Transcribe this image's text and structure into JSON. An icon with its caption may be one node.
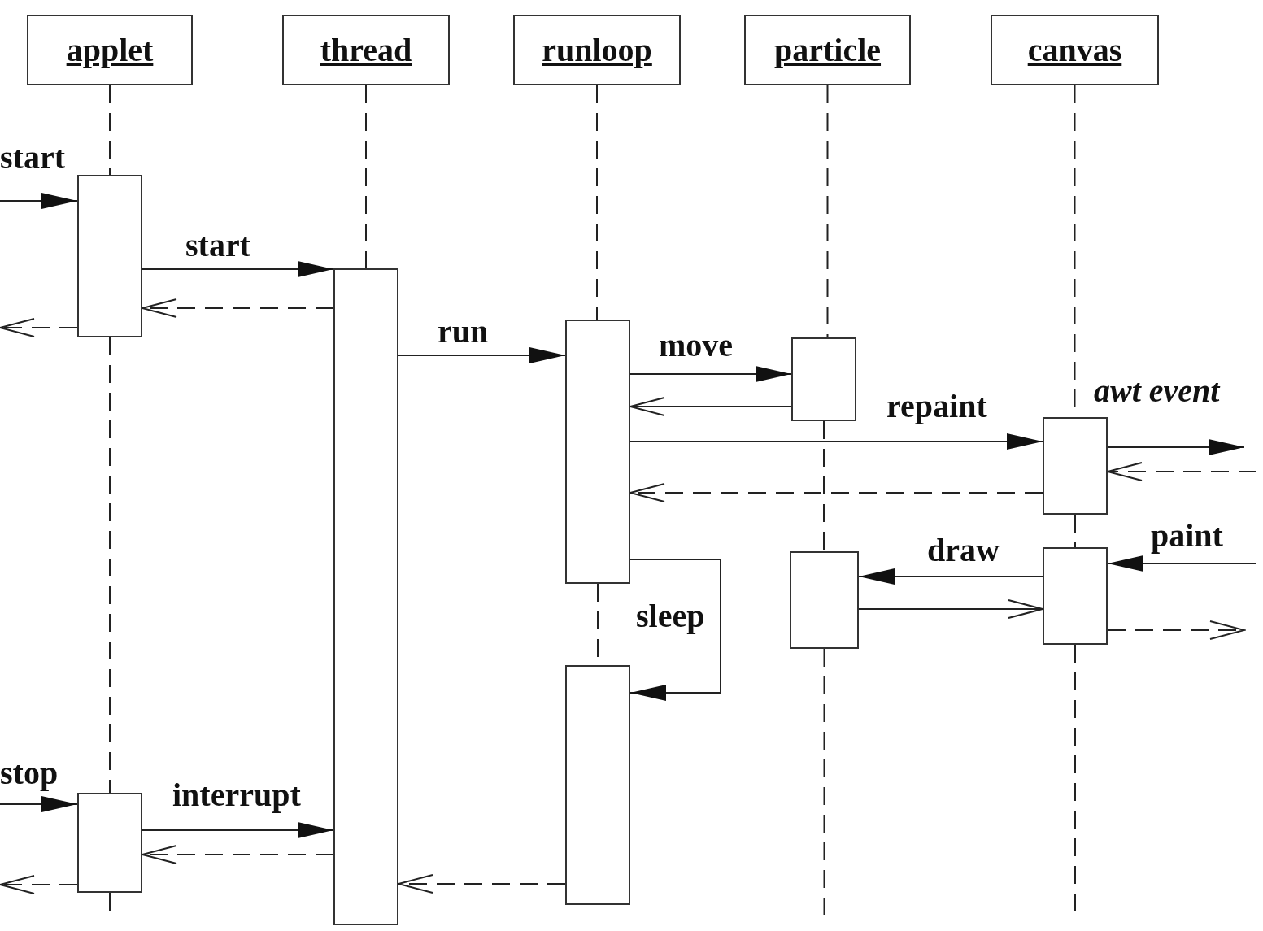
{
  "diagram": {
    "nodes": [
      {
        "text": [
          "applet"
        ]
      },
      {
        "text": [
          "thread"
        ]
      },
      {
        "text": [
          "runloop"
        ]
      },
      {
        "text": [
          "particle"
        ]
      },
      {
        "text": [
          "canvas"
        ]
      },
      {
        "text": [],
        "shape": "bar"
      },
      {
        "text": [],
        "shape": "bar"
      },
      {
        "text": [],
        "shape": "bar"
      },
      {
        "text": [],
        "shape": "bar"
      },
      {
        "text": [],
        "shape": "bar"
      },
      {
        "text": [],
        "shape": "bar"
      },
      {
        "text": [],
        "shape": "bar"
      },
      {
        "text": [],
        "shape": "bar"
      },
      {
        "text": [],
        "shape": "bar"
      }
    ],
    "edges": [
      {
        "from": null,
        "to": 5,
        "arrow": "to",
        "label": "start"
      },
      {
        "from": 5,
        "to": 6,
        "arrow": "to",
        "label": "start"
      },
      {
        "from": 6,
        "to": 5,
        "arrow": "to",
        "style": "dashed"
      },
      {
        "from": 5,
        "to": null,
        "arrow": "to",
        "style": "dashed"
      },
      {
        "from": 6,
        "to": 7,
        "arrow": "to",
        "label": "run"
      },
      {
        "from": 7,
        "to": 8,
        "arrow": "to",
        "label": "move"
      },
      {
        "from": 8,
        "to": 7,
        "arrow": "to"
      },
      {
        "from": 7,
        "to": 9,
        "arrow": "to",
        "label": "repaint"
      },
      {
        "from": 9,
        "to": null,
        "arrow": "to",
        "label": "awt event"
      },
      {
        "from": null,
        "to": 9,
        "arrow": "to",
        "style": "dashed"
      },
      {
        "from": 9,
        "to": 7,
        "arrow": "to",
        "style": "dashed"
      },
      {
        "from": 7,
        "to": 12,
        "arrow": "to",
        "label": "sleep"
      },
      {
        "from": null,
        "to": 10,
        "arrow": "to",
        "label": "paint"
      },
      {
        "from": 10,
        "to": 11,
        "arrow": "to",
        "label": "draw"
      },
      {
        "from": 11,
        "to": 10,
        "arrow": "to"
      },
      {
        "from": 10,
        "to": null,
        "arrow": "to",
        "style": "dashed"
      },
      {
        "from": null,
        "to": 13,
        "arrow": "to",
        "label": "stop"
      },
      {
        "from": 13,
        "to": 6,
        "arrow": "to",
        "label": "interrupt"
      },
      {
        "from": 6,
        "to": 13,
        "arrow": "to",
        "style": "dashed"
      },
      {
        "from": 13,
        "to": null,
        "arrow": "to",
        "style": "dashed"
      },
      {
        "from": 12,
        "to": 6,
        "arrow": "to",
        "style": "dashed"
      },
      {
        "from": 0,
        "to": 5,
        "arrow": "none",
        "style": "dashed"
      },
      {
        "from": 5,
        "to": 13,
        "arrow": "none",
        "style": "dashed"
      },
      {
        "from": 13,
        "to": null,
        "arrow": "none",
        "style": "dashed"
      },
      {
        "from": 1,
        "to": 6,
        "arrow": "none",
        "style": "dashed"
      },
      {
        "from": 2,
        "to": 7,
        "arrow": "none",
        "style": "dashed"
      },
      {
        "from": 7,
        "to": 12,
        "arrow": "none",
        "style": "dashed"
      },
      {
        "from": 3,
        "to": 8,
        "arrow": "none",
        "style": "dashed"
      },
      {
        "from": 8,
        "to": 11,
        "arrow": "none",
        "style": "dashed"
      },
      {
        "from": 11,
        "to": null,
        "arrow": "none",
        "style": "dashed"
      },
      {
        "from": 4,
        "to": 9,
        "arrow": "none",
        "style": "dashed"
      },
      {
        "from": 9,
        "to": 10,
        "arrow": "none",
        "style": "dashed"
      },
      {
        "from": 10,
        "to": null,
        "arrow": "none",
        "style": "dashed"
      }
    ]
  }
}
